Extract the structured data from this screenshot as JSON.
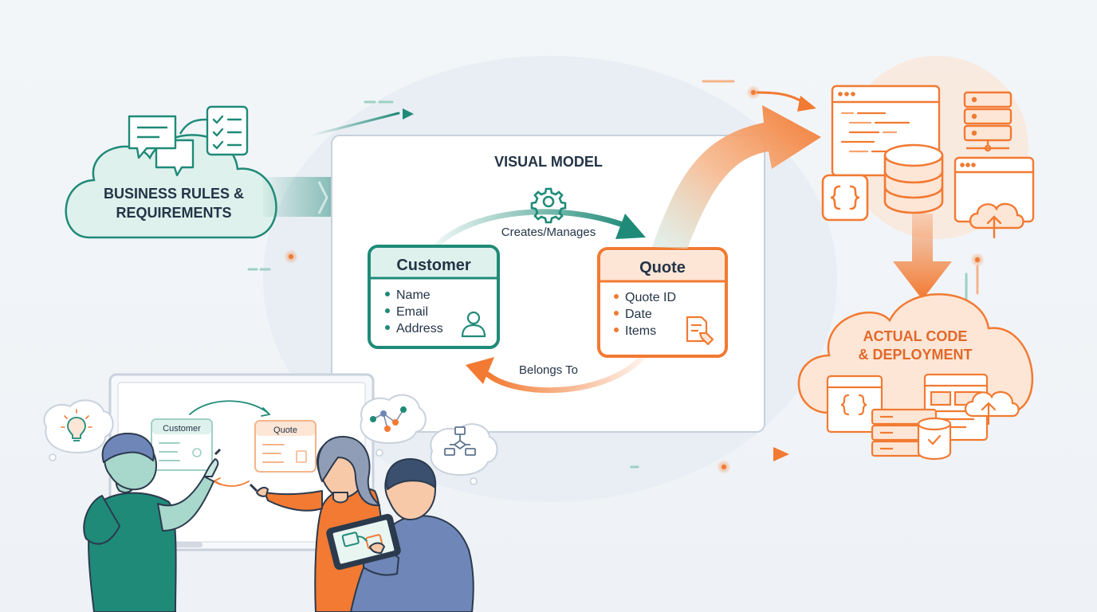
{
  "colors": {
    "teal": "#1f8a78",
    "teal_light": "#dff1ec",
    "orange": "#f27a32",
    "orange_light": "#fde6d6",
    "panel_bg": "#ffffff",
    "text_dark": "#243447",
    "blue_person": "#6f86b8"
  },
  "business_cloud": {
    "label_line1": "BUSINESS RULES &",
    "label_line2": "REQUIREMENTS",
    "icons": [
      "chat-bubbles-icon",
      "checklist-icon"
    ]
  },
  "visual_model": {
    "title": "VISUAL MODEL",
    "relation_top": "Creates/Manages",
    "relation_bottom": "Belongs To",
    "gear_icon": "gear-icon",
    "entities": [
      {
        "name": "Customer",
        "fields": [
          "Name",
          "Email",
          "Address"
        ],
        "icon": "user-icon"
      },
      {
        "name": "Quote",
        "fields": [
          "Quote ID",
          "Date",
          "Items"
        ],
        "icon": "quote-tag-icon"
      }
    ]
  },
  "deployment": {
    "label_line1": "ACTUAL CODE",
    "label_line2": "& DEPLOYMENT",
    "icons": [
      "code-editor-window-icon",
      "server-rack-icon",
      "database-icon",
      "code-braces-icon",
      "cloud-upload-icon",
      "browser-window-icon"
    ]
  },
  "whiteboard": {
    "entity_left": "Customer",
    "entity_right": "Quote"
  },
  "thought_bubbles": [
    "lightbulb-icon",
    "graph-nodes-icon",
    "flowchart-icon"
  ]
}
